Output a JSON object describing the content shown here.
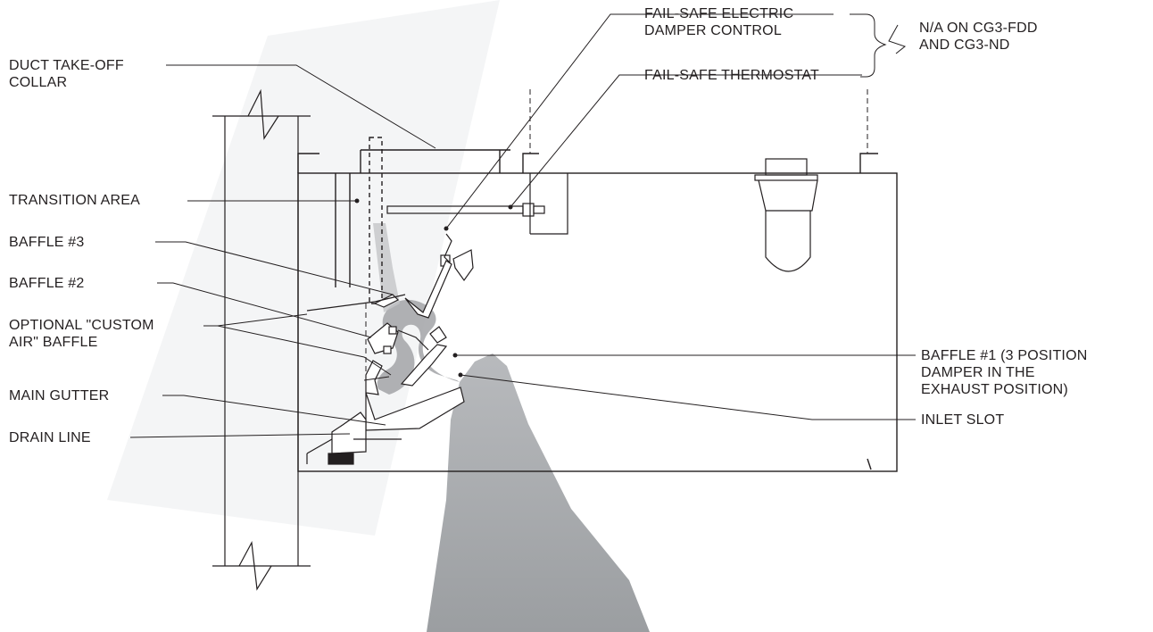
{
  "colors": {
    "ink": "#231f20",
    "airflow": "#a7a9ac",
    "watermark": "#e6e7e8"
  },
  "labels": {
    "duct_takeoff_collar": [
      "DUCT TAKE-OFF",
      "COLLAR"
    ],
    "transition_area": "TRANSITION AREA",
    "baffle_3": "BAFFLE #3",
    "baffle_2": "BAFFLE #2",
    "optional_custom_air_baffle": [
      "OPTIONAL \"CUSTOM",
      "AIR\" BAFFLE"
    ],
    "main_gutter": "MAIN GUTTER",
    "drain_line": "DRAIN LINE",
    "fail_safe_electric_damper_control": [
      "FAIL-SAFE ELECTRIC",
      "DAMPER CONTROL"
    ],
    "fail_safe_thermostat": "FAIL-SAFE THERMOSTAT",
    "na_note": [
      "N/A ON CG3-FDD",
      "AND CG3-ND"
    ],
    "baffle_1": [
      "BAFFLE #1 (3 POSITION",
      "DAMPER IN THE",
      "EXHAUST POSITION)"
    ],
    "inlet_slot": "INLET SLOT"
  }
}
